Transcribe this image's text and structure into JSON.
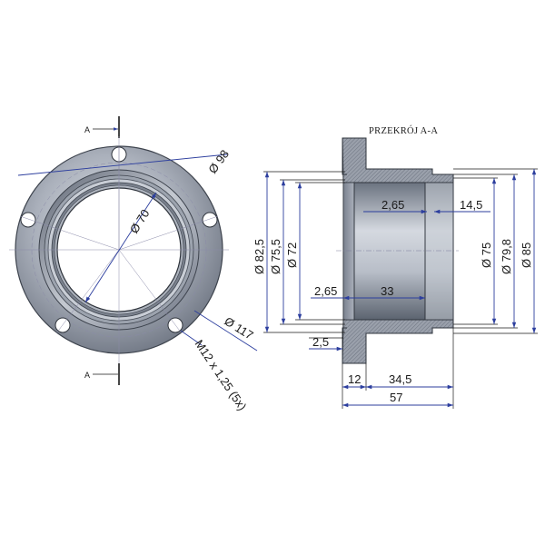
{
  "section_view": {
    "title": "PRZEKRÓJ A-A"
  },
  "section_marks": {
    "top": "A",
    "bottom": "A"
  },
  "front_view": {
    "dims": {
      "d98": "Ø 98",
      "d70": "Ø 70",
      "d117": "Ø 117",
      "thread": "M12 x 1,25 (5x)"
    }
  },
  "section_dims": {
    "d82_5": "Ø 82,5",
    "d75_5": "Ø 75,5",
    "d72": "Ø 72",
    "d75": "Ø 75",
    "d79_8": "Ø 79,8",
    "d85": "Ø 85",
    "groove_top": "2,65",
    "recess_len": "14,5",
    "groove_bot": "2,65",
    "bore_len": "33",
    "flange_step": "2,5",
    "flange_thk": "12",
    "body_len": "34,5",
    "total_len": "57"
  },
  "colors": {
    "steel_dark": "#5e6674",
    "steel_mid": "#8f96a3",
    "steel_light": "#c9ced6",
    "dim_line": "#2c3e9e"
  }
}
